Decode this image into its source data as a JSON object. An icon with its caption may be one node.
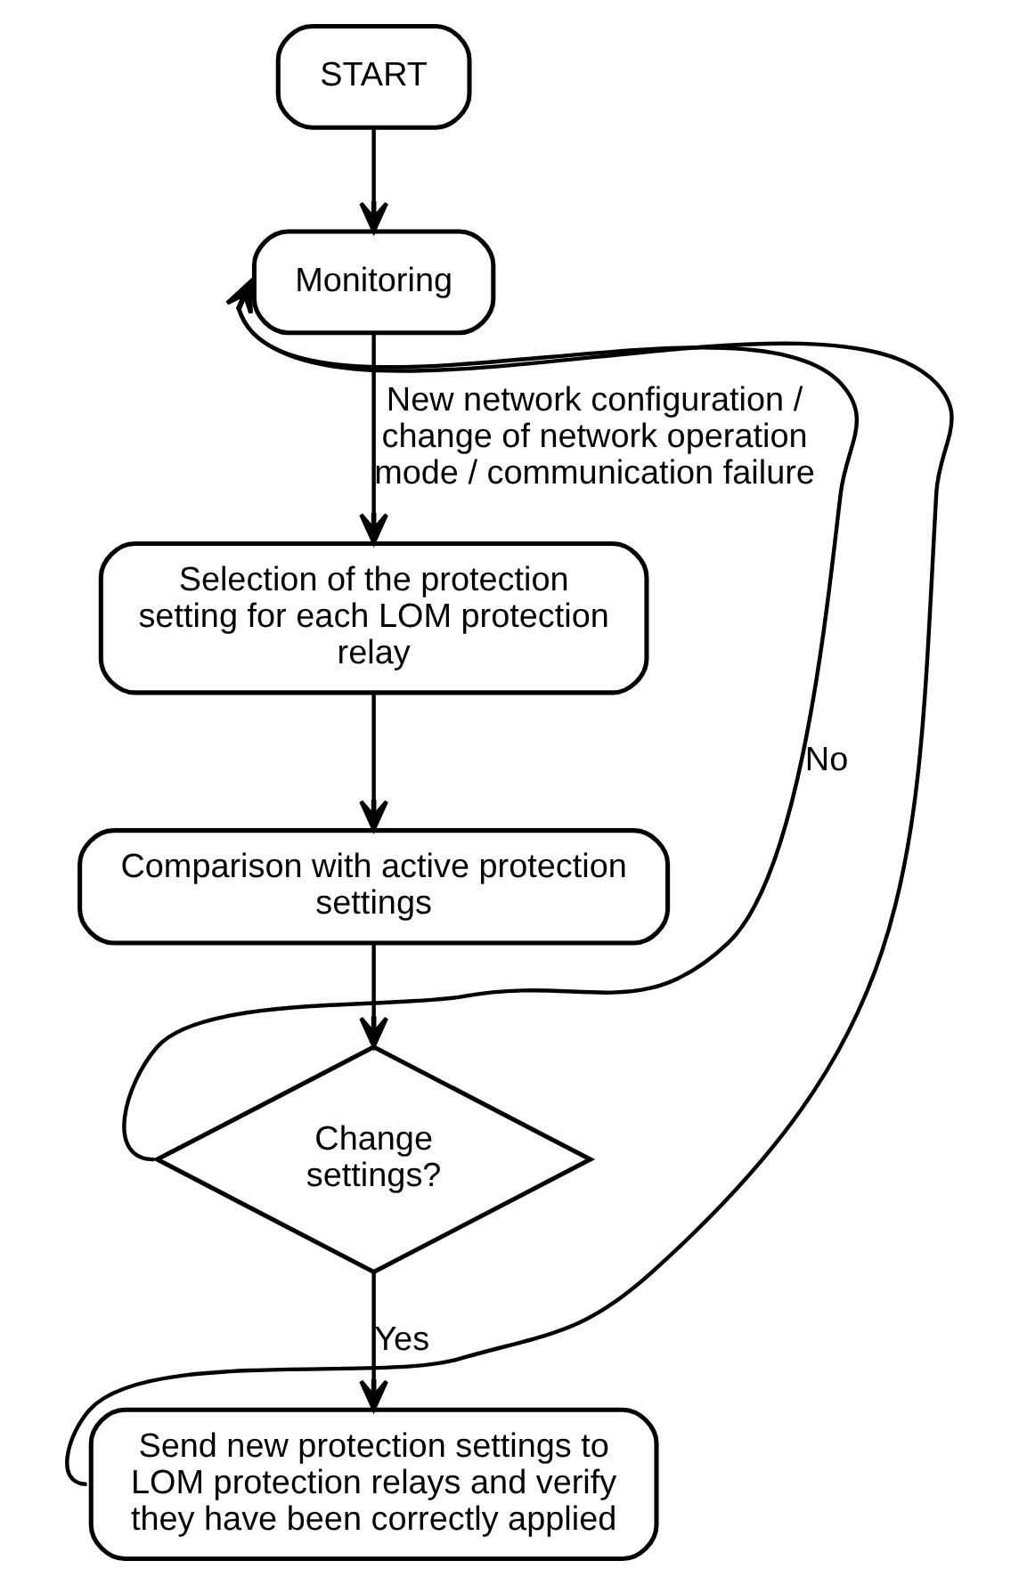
{
  "diagram": {
    "nodes": [
      {
        "text": [
          "START"
        ]
      },
      {
        "text": [
          "Monitoring"
        ]
      },
      {
        "text": [
          "Selection of the protection setting for each LOM protection relay"
        ]
      },
      {
        "text": [
          "Comparison with active protection settings"
        ]
      },
      {
        "text": [
          "Change settings?"
        ]
      },
      {
        "text": [
          "Send new protection settings to LOM protection relays and verify they have been correctly applied"
        ]
      }
    ],
    "edges": [
      {
        "from": 0,
        "to": 1,
        "arrow": "to"
      },
      {
        "from": 1,
        "to": 2,
        "arrow": "to",
        "label": "New network configuration / change of network operation mode / communication failure"
      },
      {
        "from": 2,
        "to": 3,
        "arrow": "to"
      },
      {
        "from": 3,
        "to": 4,
        "arrow": "to"
      },
      {
        "from": 4,
        "to": 5,
        "arrow": "to",
        "label": "Yes"
      },
      {
        "from": 4,
        "to": 1,
        "arrow": "to",
        "label": "No"
      },
      {
        "from": 5,
        "to": 1,
        "arrow": "to"
      }
    ]
  }
}
